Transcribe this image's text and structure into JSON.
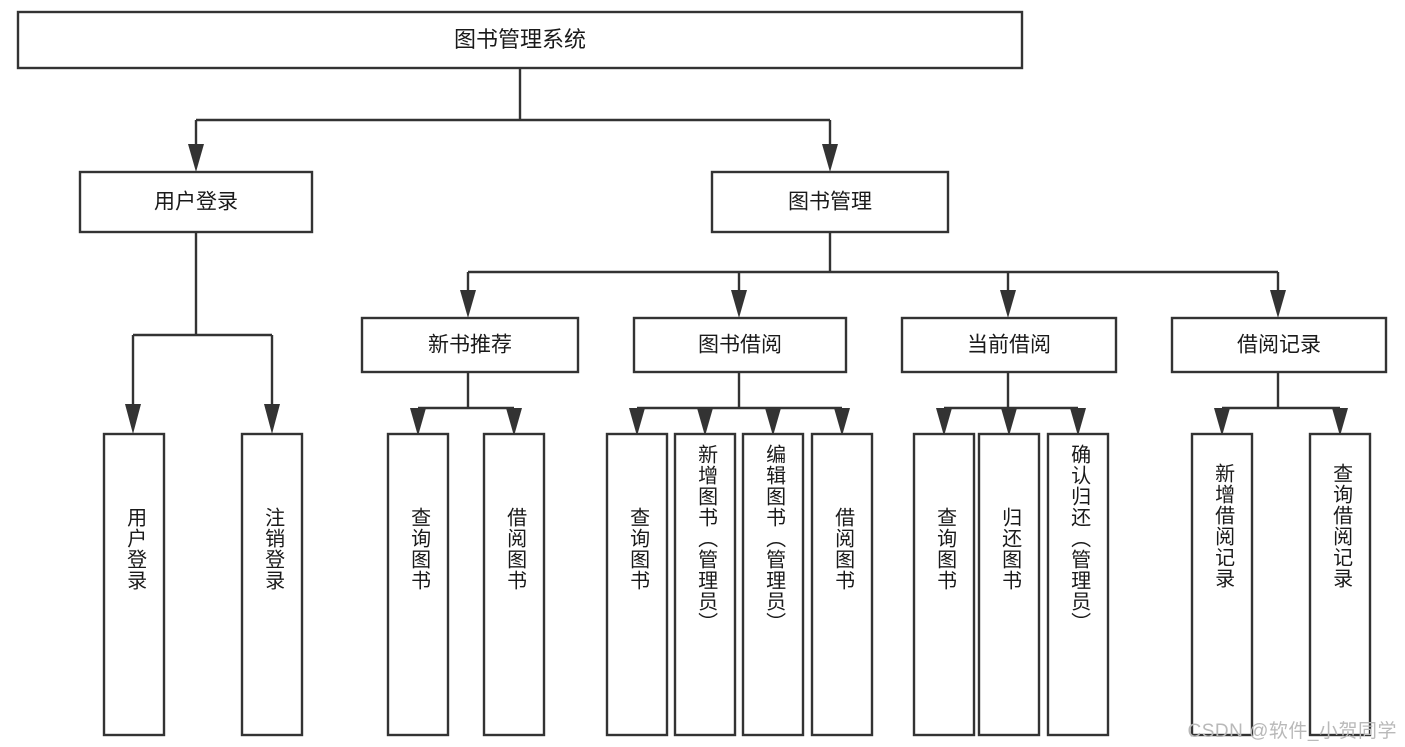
{
  "diagram": {
    "type": "tree",
    "title": "图书管理系统",
    "watermark": "CSDN @软件_小贺同学",
    "colors": {
      "stroke": "#333333",
      "fill": "#ffffff",
      "text": "#1a1a1a",
      "watermark": "#b9b9b9"
    },
    "levels": {
      "root": "图书管理系统",
      "level2": [
        "用户登录",
        "图书管理"
      ],
      "level3": [
        "新书推荐",
        "图书借阅",
        "当前借阅",
        "借阅记录"
      ]
    },
    "nodes": {
      "root": {
        "label": "图书管理系统"
      },
      "user_login": {
        "label": "用户登录"
      },
      "book_manage": {
        "label": "图书管理"
      },
      "new_book_rec": {
        "label": "新书推荐"
      },
      "book_borrow": {
        "label": "图书借阅"
      },
      "current_borrow": {
        "label": "当前借阅"
      },
      "borrow_record": {
        "label": "借阅记录"
      }
    },
    "leaves": {
      "user_login": [
        {
          "label": "用户登录"
        },
        {
          "label": "注销登录"
        }
      ],
      "new_book_rec": [
        {
          "label": "查询图书"
        },
        {
          "label": "借阅图书"
        }
      ],
      "book_borrow": [
        {
          "label": "查询图书"
        },
        {
          "label": "新增图书（管理员）"
        },
        {
          "label": "编辑图书（管理员）"
        },
        {
          "label": "借阅图书"
        }
      ],
      "current_borrow": [
        {
          "label": "查询图书"
        },
        {
          "label": "归还图书"
        },
        {
          "label": "确认归还（管理员）"
        }
      ],
      "borrow_record": [
        {
          "label": "新增借阅记录"
        },
        {
          "label": "查询借阅记录"
        }
      ]
    }
  }
}
